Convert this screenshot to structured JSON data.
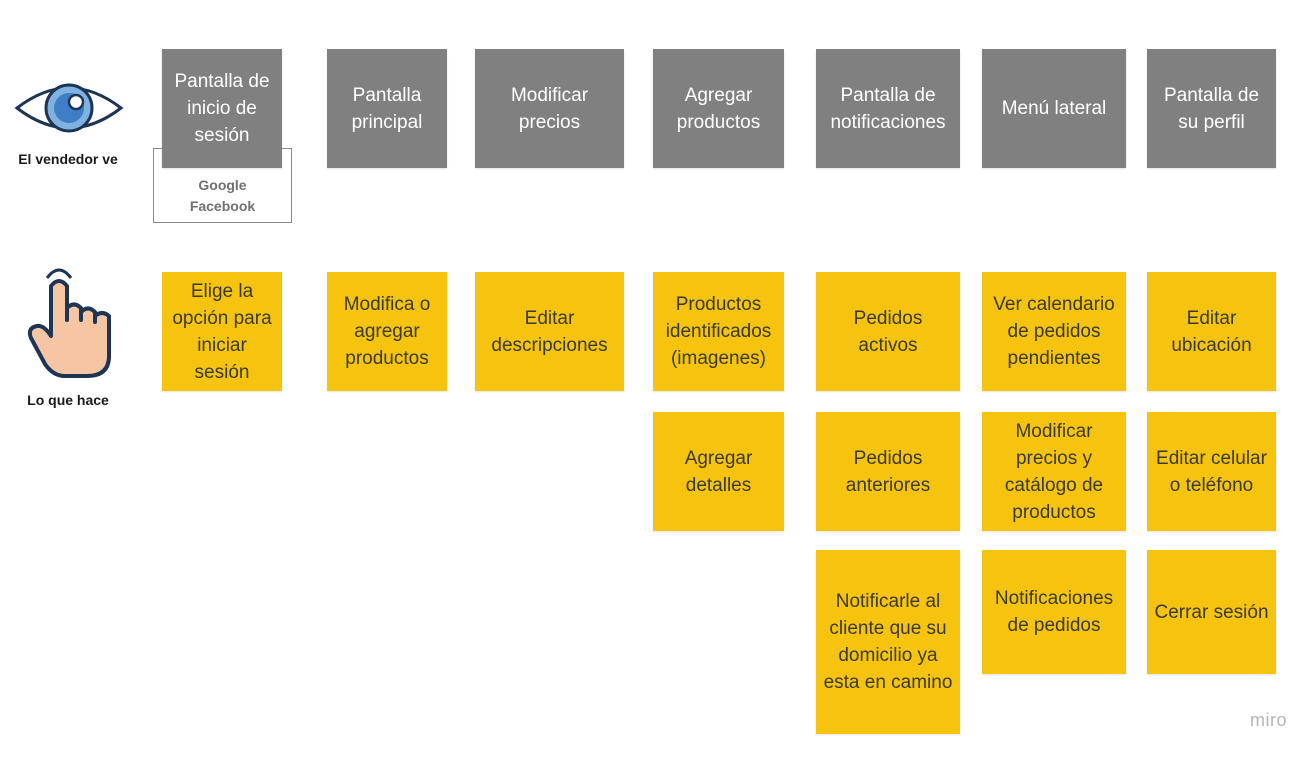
{
  "rows": {
    "sees_label": "El vendedor ve",
    "does_label": "Lo que hace"
  },
  "login_options": [
    "Google",
    "Facebook"
  ],
  "screens": [
    "Pantalla de inicio de sesión",
    "Pantalla principal",
    "Modificar precios",
    "Agregar productos",
    "Pantalla de notificaciones",
    "Menú lateral",
    "Pantalla de su perfil"
  ],
  "actions": [
    [
      "Elige la opción para iniciar sesión"
    ],
    [
      "Modifica o agregar productos"
    ],
    [
      "Editar descripciones"
    ],
    [
      "Productos identificados (imagenes)",
      "Agregar detalles"
    ],
    [
      "Pedidos activos",
      "Pedidos anteriores",
      "Notificarle al cliente que su domicilio ya esta en camino"
    ],
    [
      "Ver calendario de pedidos pendientes",
      "Modificar precios y catálogo de productos",
      "Notificaciones de pedidos"
    ],
    [
      "Editar ubicación",
      "Editar celular o teléfono",
      "Cerrar sesión"
    ]
  ],
  "icons": {
    "sees": "eye-icon",
    "does": "pointing-hand-icon"
  },
  "colors": {
    "screen": "#808080",
    "action": "#f6c40f"
  },
  "watermark": "miro"
}
